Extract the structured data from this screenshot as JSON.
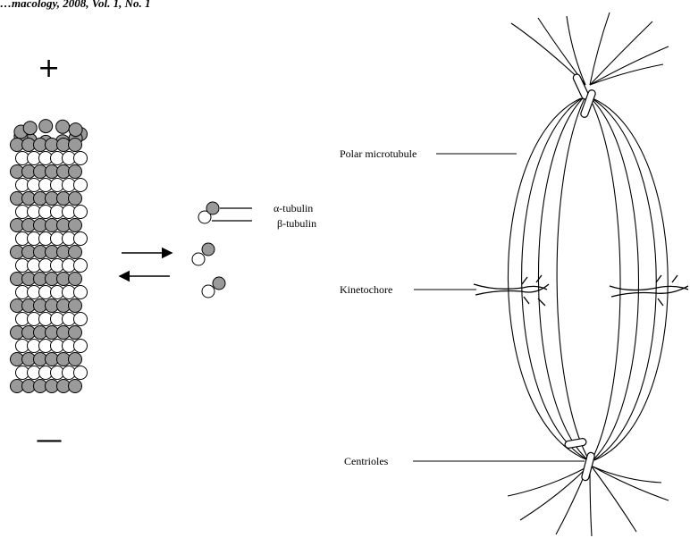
{
  "header": {
    "journal_text": "…macology, 2008, Vol. 1, No. 1"
  },
  "microtubule": {
    "plus_sign": "+",
    "minus_sign": "—"
  },
  "tubulin": {
    "alpha_label": "α-tubulin",
    "beta_label": "β-tubulin"
  },
  "spindle": {
    "polar_label": "Polar microtubule",
    "kinetochore_label": "Kinetochore",
    "centrioles_label": "Centrioles"
  },
  "colors": {
    "alpha_subunit": "#9a9a9a",
    "beta_subunit": "#ffffff",
    "line": "#000000"
  }
}
